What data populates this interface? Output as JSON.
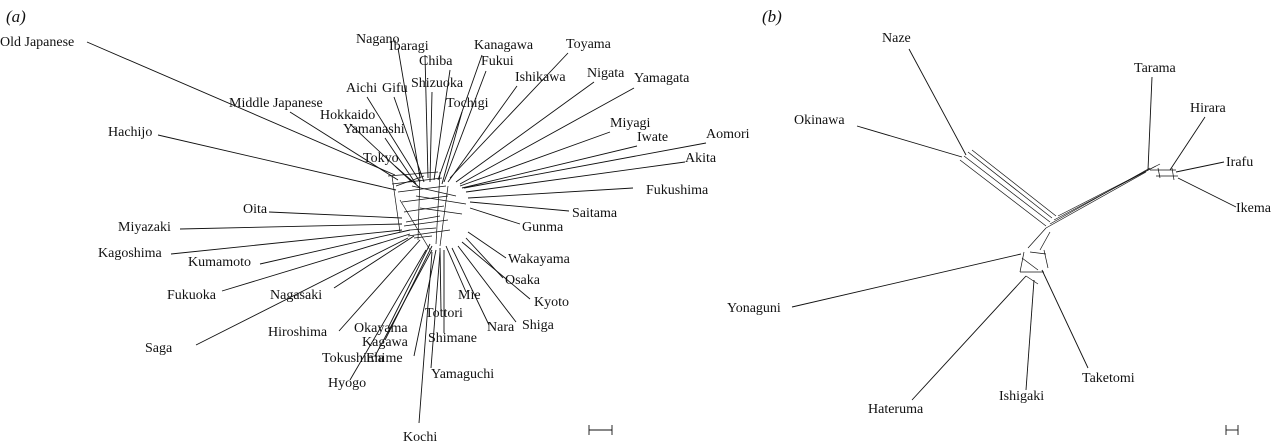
{
  "panels": [
    {
      "label": "(a)",
      "taxa": [
        "Old Japanese",
        "Nagano",
        "Ibaragi",
        "Kanagawa",
        "Toyama",
        "Chiba",
        "Fukui",
        "Aichi",
        "Gifu",
        "Shizuoka",
        "Ishikawa",
        "Nigata",
        "Yamagata",
        "Middle Japanese",
        "Hokkaido",
        "Tochigi",
        "Yamanashi",
        "Miyagi",
        "Hachijo",
        "Iwate",
        "Aomori",
        "Tokyo",
        "Akita",
        "Fukushima",
        "Oita",
        "Saitama",
        "Miyazaki",
        "Gunma",
        "Wakayama",
        "Kagoshima",
        "Kumamoto",
        "Osaka",
        "Fukuoka",
        "Kyoto",
        "Nagasaki",
        "Mie",
        "Tottori",
        "Shiga",
        "Hiroshima",
        "Okayama",
        "Nara",
        "Kagawa",
        "Shimane",
        "Saga",
        "Tokushima",
        "Ehime",
        "Yamaguchi",
        "Hyogo",
        "Kochi"
      ]
    },
    {
      "label": "(b)",
      "taxa": [
        "Naze",
        "Tarama",
        "Okinawa",
        "Hirara",
        "Irafu",
        "Ikema",
        "Yonaguni",
        "Taketomi",
        "Ishigaki",
        "Hateruma"
      ]
    }
  ]
}
